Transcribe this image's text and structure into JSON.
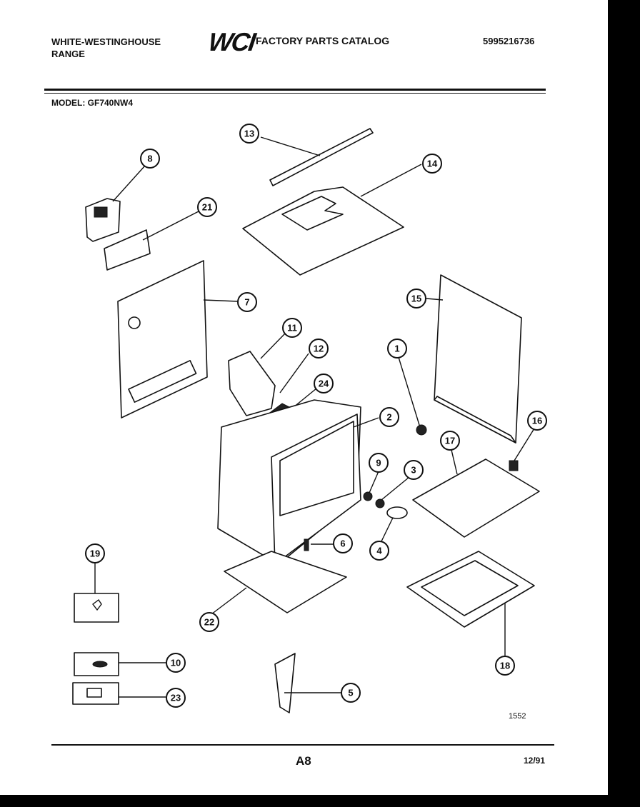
{
  "header": {
    "brand_line1": "WHITE-WESTINGHOUSE",
    "brand_line2": "RANGE",
    "logo": "WCI",
    "catalog_title": "FACTORY PARTS CATALOG",
    "catalog_number": "5995216736"
  },
  "model": "MODEL: GF740NW4",
  "callouts": [
    "1",
    "2",
    "3",
    "4",
    "5",
    "6",
    "7",
    "8",
    "9",
    "10",
    "11",
    "12",
    "13",
    "14",
    "15",
    "16",
    "17",
    "18",
    "19",
    "21",
    "22",
    "23",
    "24"
  ],
  "drawing_number": "1552",
  "footer": {
    "page": "A8",
    "date": "12/91"
  }
}
